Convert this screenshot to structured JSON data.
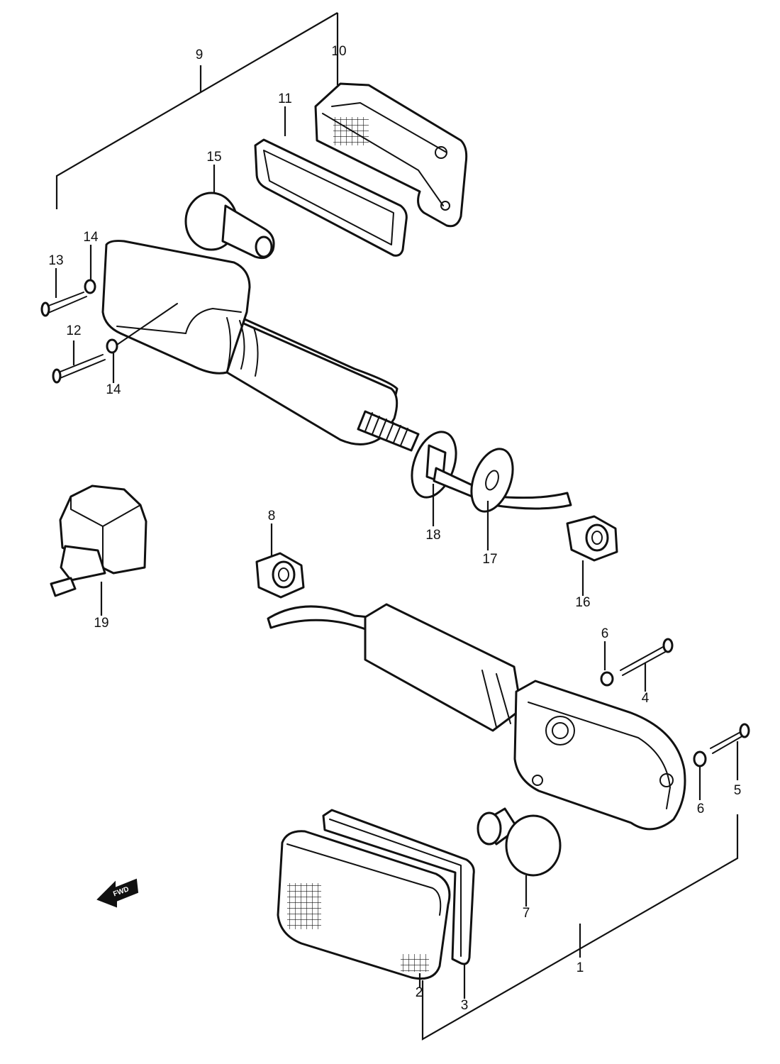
{
  "callouts": {
    "c1": "1",
    "c2": "2",
    "c3": "3",
    "c4": "4",
    "c5": "5",
    "c6a": "6",
    "c6b": "6",
    "c7": "7",
    "c8": "8",
    "c9": "9",
    "c10": "10",
    "c11": "11",
    "c12": "12",
    "c13": "13",
    "c14a": "14",
    "c14b": "14",
    "c15": "15",
    "c16": "16",
    "c17": "17",
    "c18": "18",
    "c19": "19"
  },
  "direction_arrow": {
    "label": "FWD"
  }
}
